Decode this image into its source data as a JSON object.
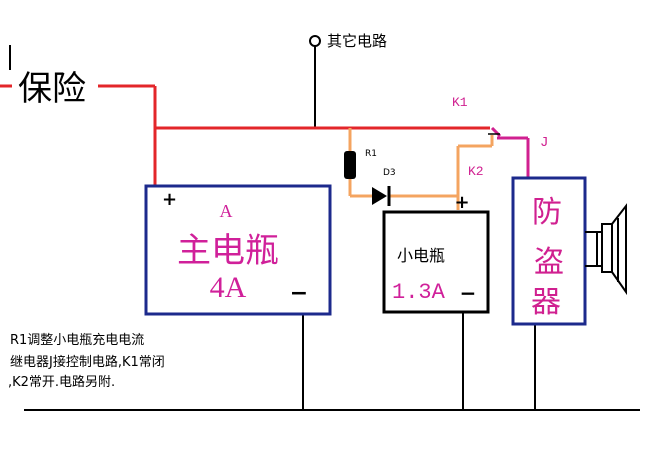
{
  "labels": {
    "fuse": "保险",
    "other_circuit": "其它电路",
    "k1": "K1",
    "k2": "K2",
    "j": "J",
    "r1": "R1",
    "d3": "D3",
    "main_battery": {
      "letter": "A",
      "name": "主电瓶",
      "rating": "4A",
      "plus": "+",
      "minus": "−"
    },
    "small_battery": {
      "name": "小电瓶",
      "rating": "1.3A",
      "plus": "+",
      "minus": "−"
    },
    "alarm": {
      "c1": "防",
      "c2": "盗",
      "c3": "器"
    }
  },
  "notes": [
    "R1调整小电瓶充电电流",
    "继电器J接控制电路,K1常闭",
    ",K2常开.电路另附."
  ],
  "colors": {
    "black": "#000000",
    "red": "#e3262a",
    "dark_red": "#b52020",
    "orange": "#f4a460",
    "magenta": "#d02090",
    "pink": "#e23c90",
    "navy": "#1c2a8c",
    "battery_text": "#d0209a"
  },
  "icons": {
    "speaker": "speaker-icon",
    "terminal": "terminal-circle-icon",
    "resistor": "resistor-icon",
    "diode": "diode-icon"
  }
}
